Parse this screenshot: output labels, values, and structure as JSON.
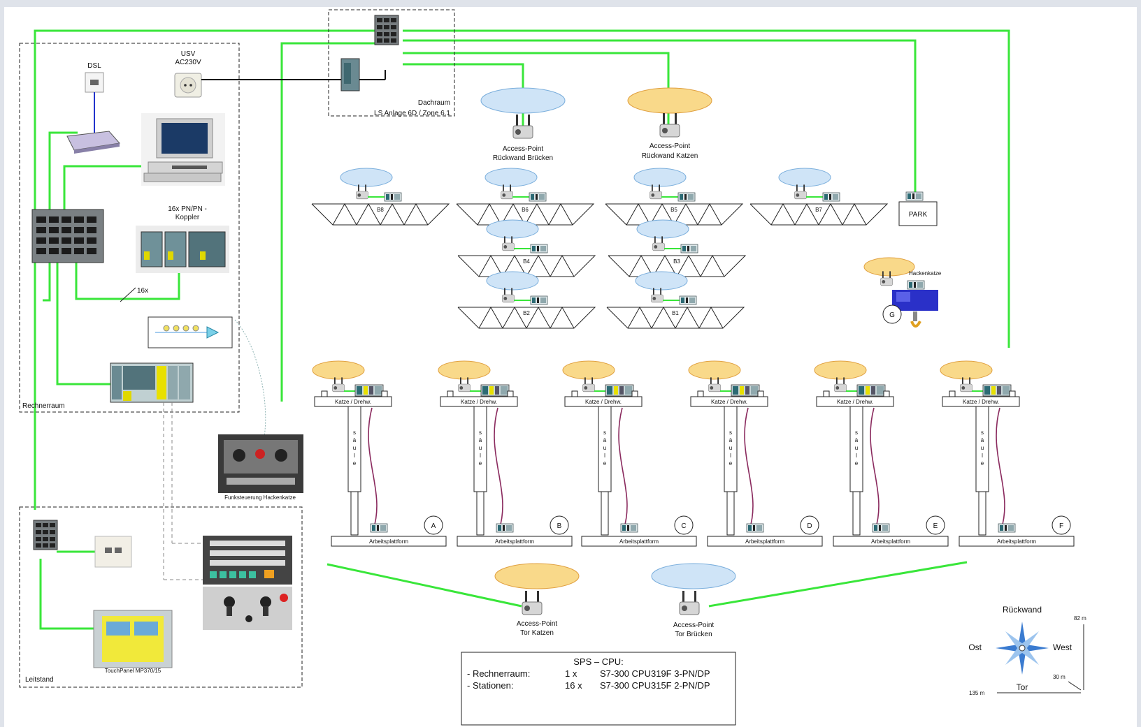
{
  "labels": {
    "dsl": "DSL",
    "usv_line1": "USV",
    "usv_line2": "AC230V",
    "coupler_line1": "16x PN/PN -",
    "coupler_line2": "Koppler",
    "count_16x": "16x",
    "rechnerraum": "Rechnerraum",
    "dachraum_line1": "Dachraum",
    "dachraum_line2": "LS Anlage 6D / Zone 6.1",
    "ap_rw_bruecken_1": "Access-Point",
    "ap_rw_bruecken_2": "Rückwand  Brücken",
    "ap_rw_katzen_1": "Access-Point",
    "ap_rw_katzen_2": "Rückwand  Katzen",
    "ap_tor_katzen_1": "Access-Point",
    "ap_tor_katzen_2": "Tor Katzen",
    "ap_tor_bruecken_1": "Access-Point",
    "ap_tor_bruecken_2": "Tor Brücken",
    "park": "PARK",
    "hackenkatze": "Hackenkatze",
    "funksteuerung": "Funksteuerung Hackenkatze",
    "touchpanel": "TouchPanel MP370/15",
    "leitstand": "Leitstand",
    "katze_drehw": "Katze / Drehw.",
    "arbeitsplattform": "Arbeitsplattform",
    "saeule": "säule",
    "circle_g": "G"
  },
  "bridges": [
    {
      "id": "B8"
    },
    {
      "id": "B6"
    },
    {
      "id": "B5"
    },
    {
      "id": "B7"
    },
    {
      "id": "B4"
    },
    {
      "id": "B3"
    },
    {
      "id": "B2"
    },
    {
      "id": "B1"
    }
  ],
  "stations": [
    {
      "id": "A"
    },
    {
      "id": "B"
    },
    {
      "id": "C"
    },
    {
      "id": "D"
    },
    {
      "id": "E"
    },
    {
      "id": "F"
    }
  ],
  "sps": {
    "title": "SPS – CPU:",
    "row1_label": "- Rechnerraum:",
    "row1_qty": "1 x",
    "row1_type": "S7-300 CPU319F 3-PN/DP",
    "row2_label": "- Stationen:",
    "row2_qty": "16 x",
    "row2_type": "S7-300 CPU315F 2-PN/DP"
  },
  "compass": {
    "north": "Rückwand",
    "east": "Ost",
    "west": "West",
    "south": "Tor",
    "dist_82": "82 m",
    "dist_30": "30 m",
    "dist_135": "135 m"
  },
  "colors": {
    "link_green": "#39e63a",
    "ellipse_blue": "#cfe4f7",
    "ellipse_orange": "#f9d98a",
    "cable_purple": "#8a2a5e"
  }
}
